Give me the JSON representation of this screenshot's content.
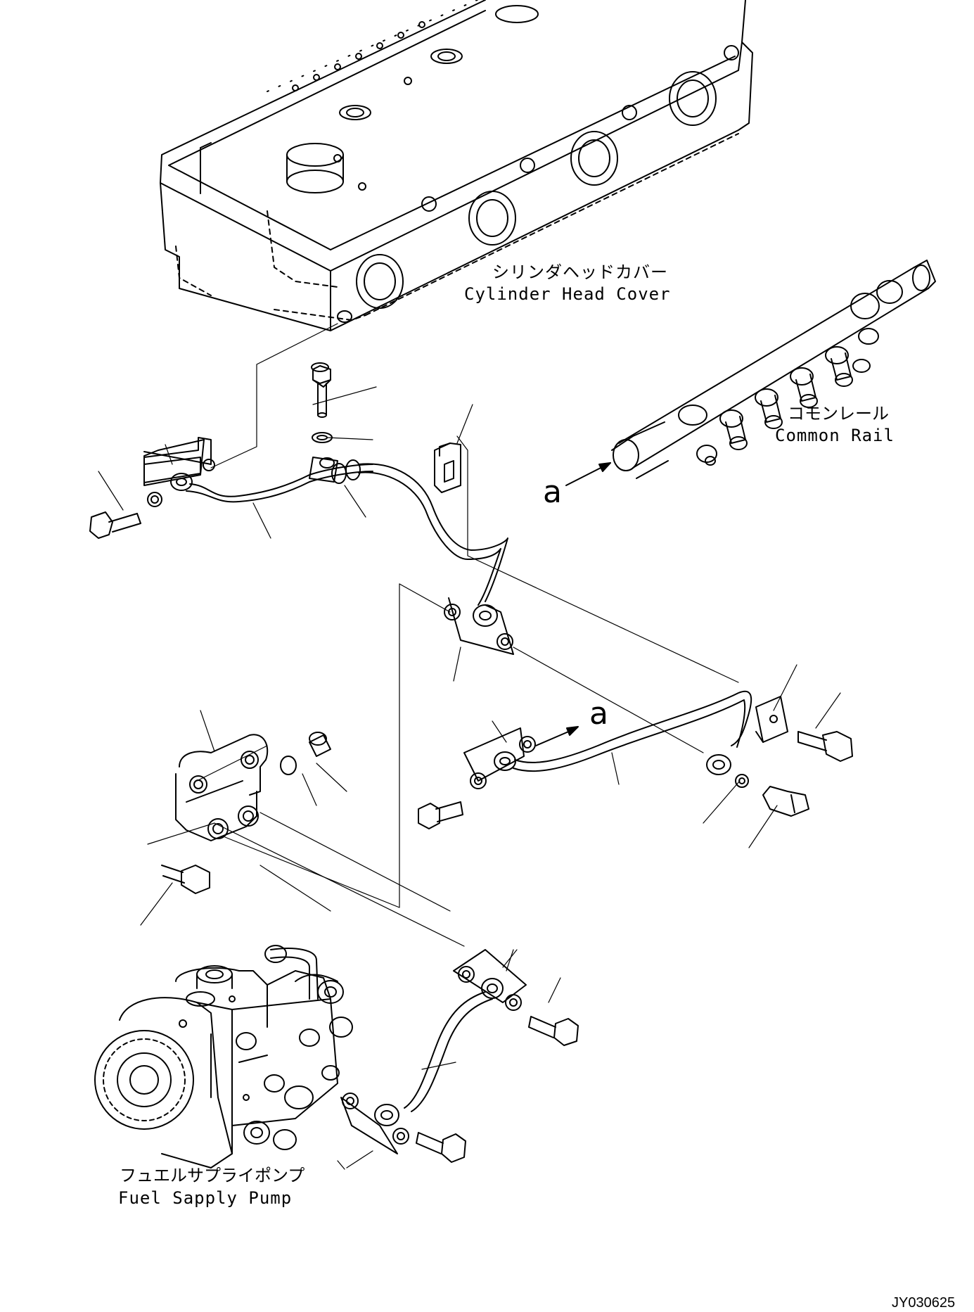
{
  "labels": {
    "cylinder_head_cover_jp": "シリンダヘッドカバー",
    "cylinder_head_cover_en": "Cylinder Head Cover",
    "common_rail_jp": "コモンレール",
    "common_rail_en": "Common Rail",
    "fuel_supply_pump_jp": "フュエルサプライポンプ",
    "fuel_supply_pump_en": "Fuel Sapply Pump",
    "view_marker_1": "a",
    "view_marker_2": "a"
  },
  "drawing_code": "JY030625",
  "colors": {
    "line": "#000000",
    "background": "#ffffff"
  }
}
